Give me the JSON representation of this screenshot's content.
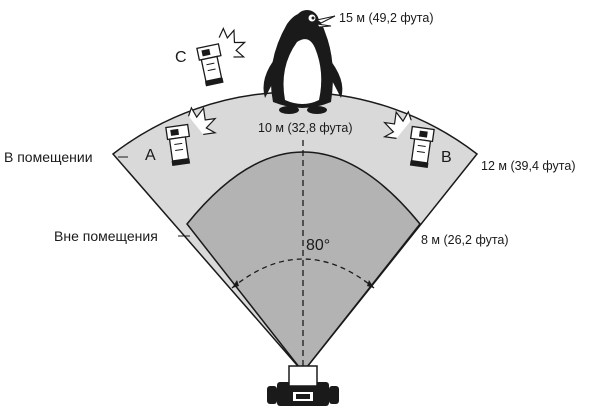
{
  "labels": {
    "dist_15m": "15 м (49,2 фута)",
    "dist_12m": "12 м (39,4 фута)",
    "dist_10m": "10 м (32,8 фута)",
    "dist_8m": "8 м (26,2 фута)",
    "indoor": "В помещении",
    "outdoor": "Вне помещения",
    "angle": "80°"
  },
  "flashes": [
    {
      "id": "A",
      "label": "A"
    },
    {
      "id": "B",
      "label": "B"
    },
    {
      "id": "C",
      "label": "C"
    }
  ],
  "colors": {
    "outer_zone": "#d9d9d9",
    "inner_zone": "#b3b3b3",
    "stroke": "#1a1a1a"
  },
  "icons": [
    "penguin-icon",
    "camera-icon",
    "flash-unit-icon"
  ]
}
